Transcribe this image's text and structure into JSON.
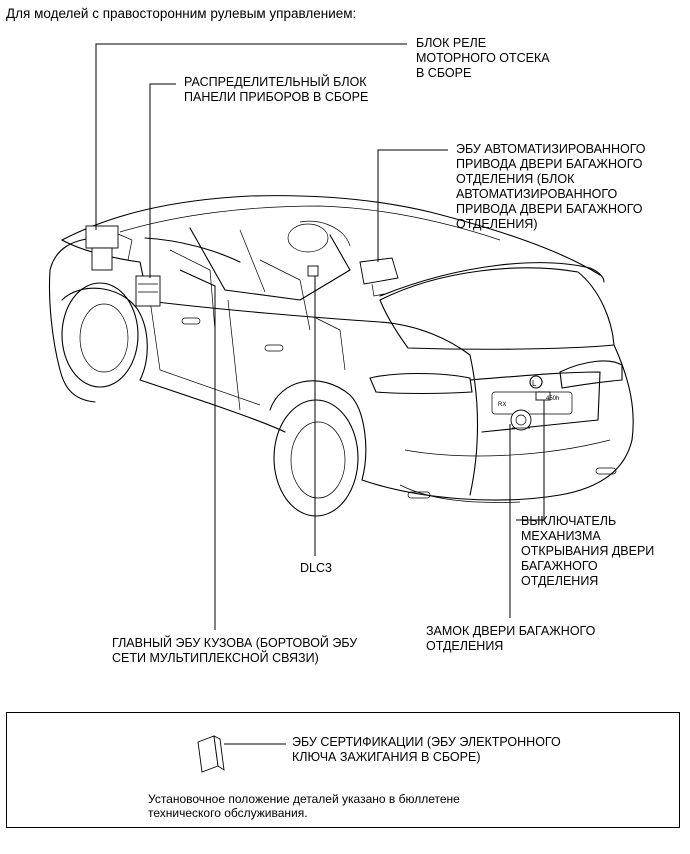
{
  "heading": "Для моделей с правосторонним рулевым управлением:",
  "labels": {
    "engine_relay_block": "БЛОК РЕЛЕ\nМОТОРНОГО ОТСЕКА\nВ СБОРЕ",
    "instrument_panel_block": "РАСПРЕДЕЛИТЕЛЬНЫЙ БЛОК\nПАНЕЛИ ПРИБОРОВ В СБОРЕ",
    "power_back_door_ecu": "ЭБУ АВТОМАТИЗИРОВАННОГО\nПРИВОДА ДВЕРИ БАГАЖНОГО\nОТДЕЛЕНИЯ (БЛОК\nАВТОМАТИЗИРОВАННОГО\nПРИВОДА ДВЕРИ БАГАЖНОГО\nОТДЕЛЕНИЯ)",
    "back_door_opener_switch": "ВЫКЛЮЧАТЕЛЬ\nМЕХАНИЗМА\nОТКРЫВАНИЯ ДВЕРИ\nБАГАЖНОГО\nОТДЕЛЕНИЯ",
    "dlc3": "DLC3",
    "back_door_lock": "ЗАМОК ДВЕРИ БАГАЖНОГО\nОТДЕЛЕНИЯ",
    "main_body_ecu": "ГЛАВНЫЙ ЭБУ КУЗОВА (БОРТОВОЙ ЭБУ\nСЕТИ МУЛЬТИПЛЕКСНОЙ СВЯЗИ)",
    "certification_ecu": "ЭБУ СЕРТИФИКАЦИИ (ЭБУ ЭЛЕКТРОННОГО\nКЛЮЧА ЗАЖИГАНИЯ В СБОРЕ)"
  },
  "note": "Установочное положение деталей указано в бюллетене\nтехнического обслуживания.",
  "car_emblem": "L",
  "plate_left": "RX",
  "plate_right": "450h"
}
